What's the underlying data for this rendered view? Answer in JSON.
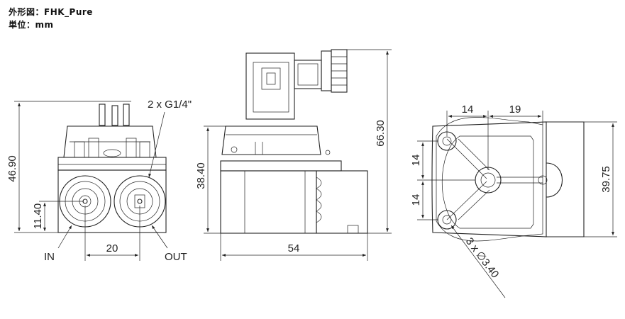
{
  "header": {
    "title": "外形図：FHK_Pure",
    "unit": "単位：mm"
  },
  "front_view": {
    "height_label": "46.90",
    "port_label": "2 x G1/4\"",
    "center_height_label": "11.40",
    "port_spacing_label": "20",
    "in_label": "IN",
    "out_label": "OUT"
  },
  "side_view": {
    "total_height_label": "66.30",
    "body_height_label": "38.40",
    "width_label": "54"
  },
  "bottom_view": {
    "dim_14_top": "14",
    "dim_19_top": "19",
    "dim_14_left_a": "14",
    "dim_14_left_b": "14",
    "height_label": "39.75",
    "holes_label": "3 x ∅3.40"
  },
  "colors": {
    "line": "#222222",
    "background": "#ffffff"
  }
}
